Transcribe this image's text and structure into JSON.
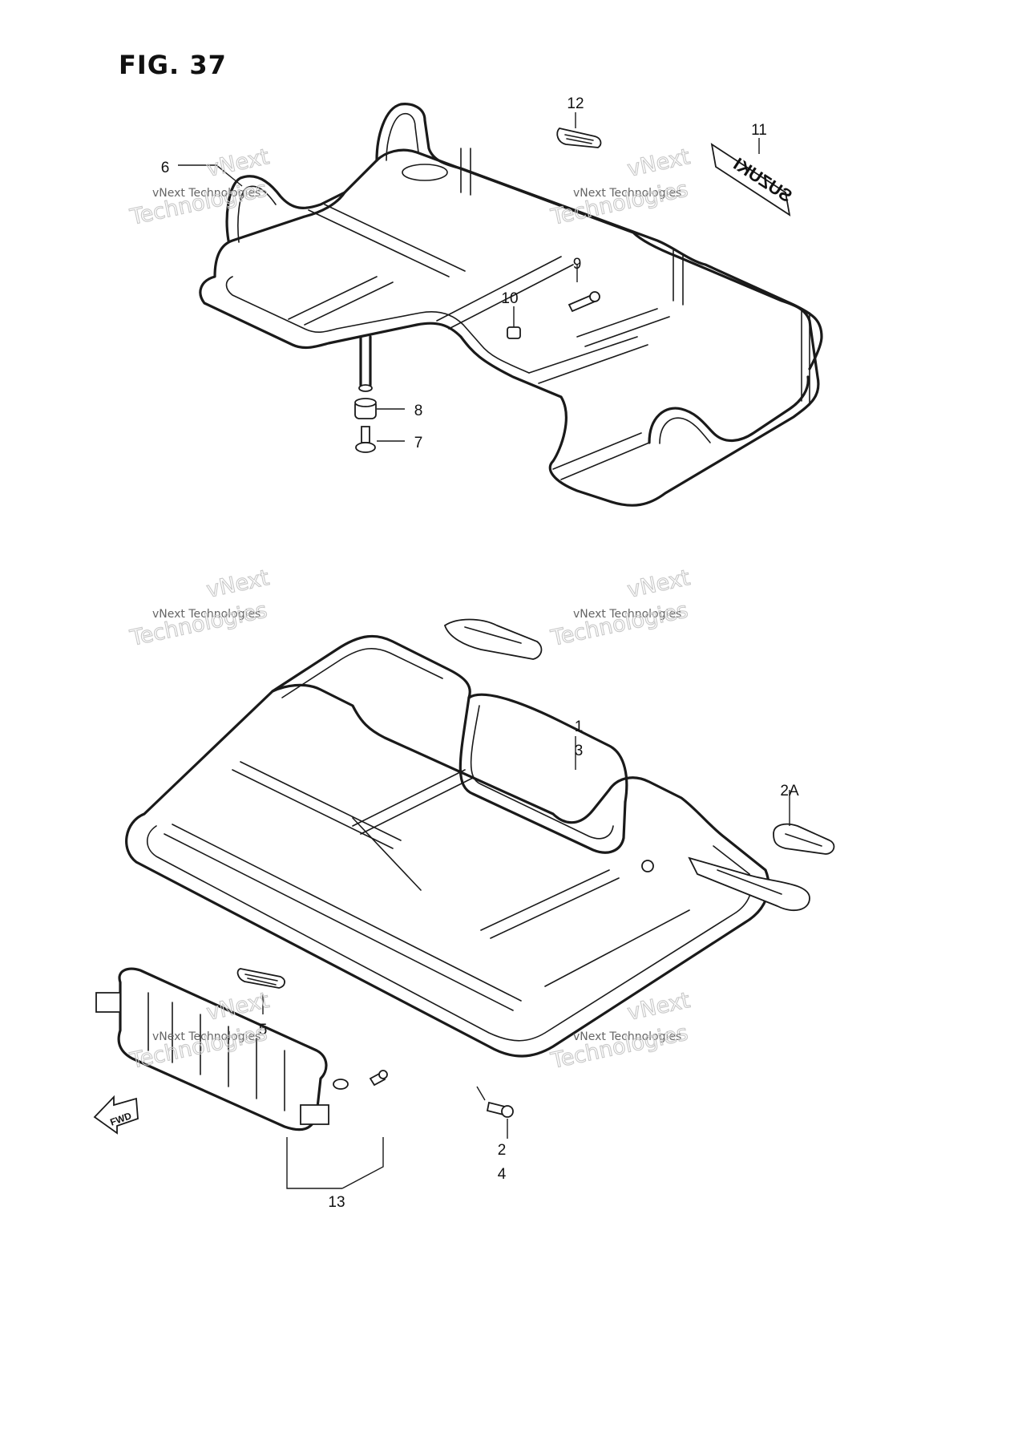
{
  "figure": {
    "title": "FIG. 37"
  },
  "callouts": [
    {
      "id": "c12",
      "label": "12"
    },
    {
      "id": "c11",
      "label": "11"
    },
    {
      "id": "c6",
      "label": "6"
    },
    {
      "id": "c9",
      "label": "9"
    },
    {
      "id": "c10",
      "label": "10"
    },
    {
      "id": "c8",
      "label": "8"
    },
    {
      "id": "c7",
      "label": "7"
    },
    {
      "id": "c1",
      "label": "1"
    },
    {
      "id": "c3",
      "label": "3"
    },
    {
      "id": "c2A",
      "label": "2A"
    },
    {
      "id": "c5",
      "label": "5"
    },
    {
      "id": "c2",
      "label": "2"
    },
    {
      "id": "c4",
      "label": "4"
    },
    {
      "id": "c13",
      "label": "13"
    }
  ],
  "decal": {
    "text": "SUZUKI"
  },
  "fwd_arrow": {
    "text": "FWD"
  },
  "watermark": {
    "line1": "vNext Technologies",
    "line2": "Technologies",
    "line3": "vNext"
  }
}
